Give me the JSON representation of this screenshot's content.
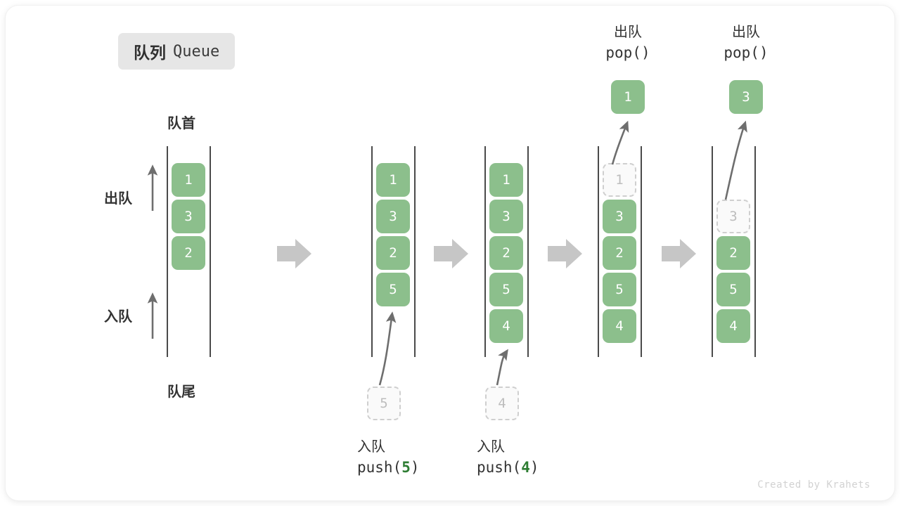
{
  "title": {
    "cn": "队列",
    "en": "Queue"
  },
  "labels": {
    "front": "队首",
    "rear": "队尾",
    "dequeue": "出队",
    "enqueue": "入队"
  },
  "credit": "Created by Krahets",
  "colors": {
    "cell_fill": "#8cbf8c",
    "cell_text": "#ffffff",
    "ghost_border": "#cfcfcf",
    "ghost_text": "#bdbdbd",
    "rail": "#4a4a4a",
    "arrow_gray": "#c6c6c6",
    "arrow_dark": "#6e6e6e",
    "accent_green": "#2e7d33",
    "badge_bg": "#e6e6e6"
  },
  "columns": [
    {
      "id": "initial",
      "cells": [
        "1",
        "3",
        "2"
      ],
      "ghost": null,
      "side_labels": {
        "top": "队首",
        "bottom": "队尾",
        "up_top": "出队",
        "up_bottom": "入队"
      }
    },
    {
      "id": "push-5",
      "cells": [
        "1",
        "3",
        "2",
        "5"
      ],
      "ghost": {
        "value": "5",
        "position": "below"
      },
      "op": {
        "line1": "入队",
        "func": "push(",
        "num": "5",
        "close": ")"
      }
    },
    {
      "id": "push-4",
      "cells": [
        "1",
        "3",
        "2",
        "5",
        "4"
      ],
      "ghost": {
        "value": "4",
        "position": "below"
      },
      "op": {
        "line1": "入队",
        "func": "push(",
        "num": "4",
        "close": ")"
      }
    },
    {
      "id": "pop-1",
      "cells": [
        "3",
        "2",
        "5",
        "4"
      ],
      "ghost": {
        "value": "1",
        "position": "slot0"
      },
      "popped": "1",
      "op": {
        "line1": "出队",
        "func": "pop(",
        "num": "",
        "close": ")"
      }
    },
    {
      "id": "pop-3",
      "cells": [
        "2",
        "5",
        "4"
      ],
      "ghost": {
        "value": "3",
        "position": "slot1"
      },
      "popped": "3",
      "op": {
        "line1": "出队",
        "func": "pop(",
        "num": "",
        "close": ")"
      }
    }
  ],
  "flow_arrows": 4
}
